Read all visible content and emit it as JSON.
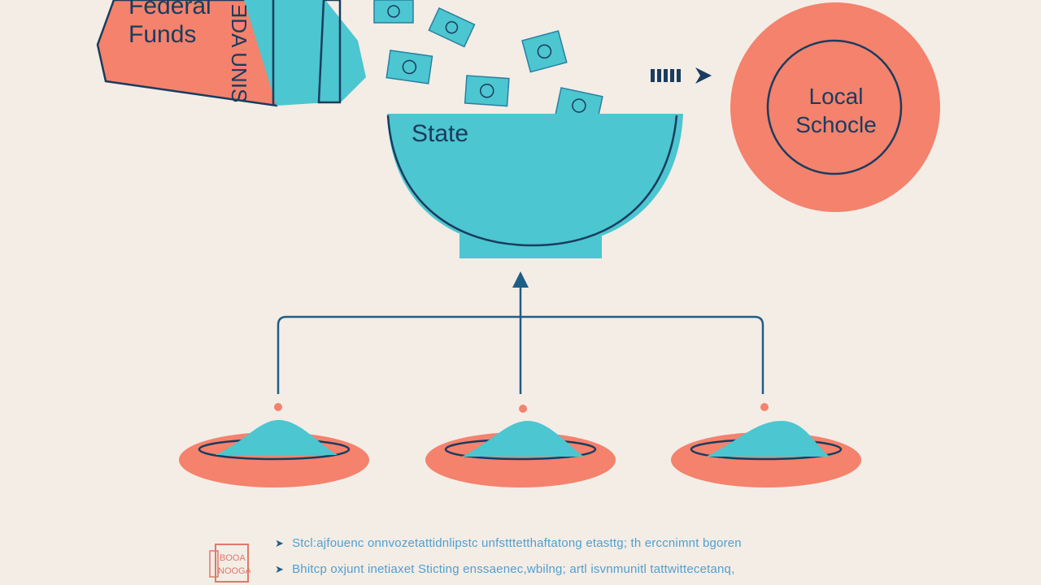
{
  "jar": {
    "label_line1": "Federal",
    "label_line2": "Funds",
    "side_label": "ƎDA UNIS"
  },
  "bowl": {
    "label": "State"
  },
  "target": {
    "label_line1": "Local",
    "label_line2": "Schocle"
  },
  "notes": [
    "Stcl:ajfouenc onnvozetattidnlipstc unfstttetthaftatong etasttg; th erccnimnt bgoren",
    "Bhitcp oxjunt inetiaxet Sticting enssaenec,wbilng; artl isvnmunitl tattwittecetanq,"
  ],
  "stamp_text": "BOOA NOOGA",
  "colors": {
    "background": "#f3ede6",
    "coral": "#f4826d",
    "teal": "#4cc6d0",
    "navy": "#1a3c5e",
    "link_blue": "#4f9fd0"
  },
  "icons": {
    "bills": "money-bill-icon",
    "flow_arrow": "arrow-right-icon",
    "up_arrow": "arrow-up-icon"
  }
}
